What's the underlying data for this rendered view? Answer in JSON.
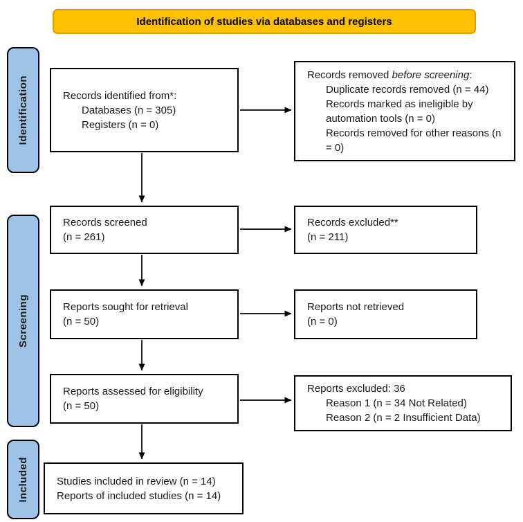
{
  "header": {
    "title": "Identification of studies via databases and registers"
  },
  "colors": {
    "header_bg": "#FFC000",
    "header_border": "#D99E00",
    "stage_bg": "#9DC3E6",
    "box_border": "#000000",
    "arrow": "#000000"
  },
  "stages": {
    "identification": "Identification",
    "screening": "Screening",
    "included": "Included"
  },
  "boxes": {
    "identified": {
      "title": "Records identified from*:",
      "items": [
        "Databases (n = 305)",
        "Registers (n = 0)"
      ]
    },
    "removed": {
      "title_prefix": "Records removed ",
      "title_italic": "before screening",
      "title_suffix": ":",
      "items": [
        "Duplicate records removed (n = 44)",
        "Records marked as ineligible by automation tools (n = 0)",
        "Records removed for other reasons (n = 0)"
      ]
    },
    "screened": {
      "line1": "Records screened",
      "line2": "(n = 261)"
    },
    "excluded": {
      "line1": "Records excluded**",
      "line2": "(n = 211)"
    },
    "sought": {
      "line1": "Reports sought for retrieval",
      "line2": "(n = 50)"
    },
    "not_retrieved": {
      "line1": "Reports not retrieved",
      "line2": "(n = 0)"
    },
    "assessed": {
      "line1": "Reports assessed for eligibility",
      "line2": "(n = 50)"
    },
    "reports_excluded": {
      "title": "Reports excluded: 36",
      "items": [
        "Reason 1 (n = 34 Not Related)",
        "Reason 2 (n = 2 Insufficient Data)"
      ]
    },
    "included_box": {
      "line1": "Studies included in review (n = 14)",
      "line2": "Reports of included studies (n = 14)"
    }
  }
}
